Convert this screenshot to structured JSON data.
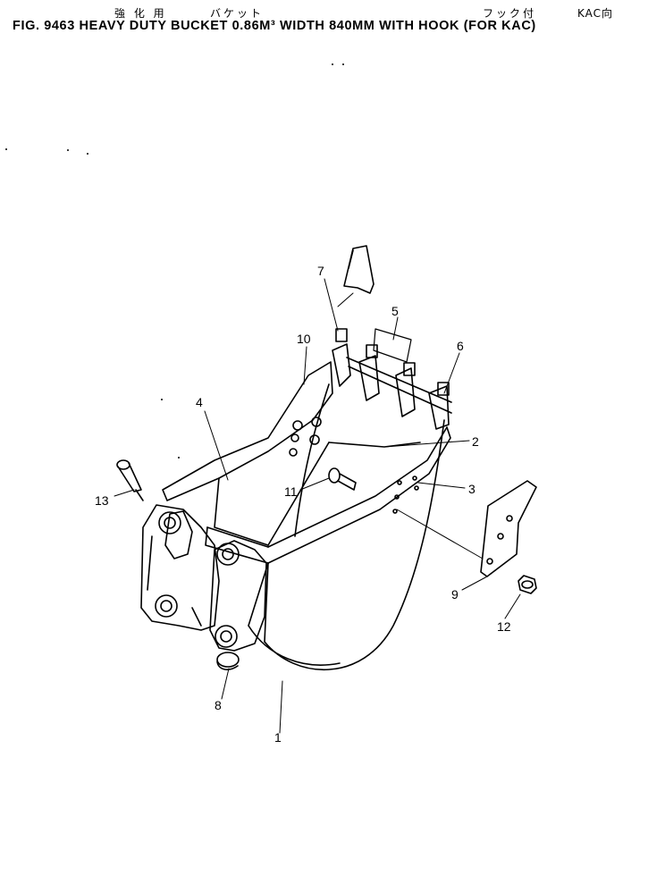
{
  "header": {
    "jp_strengthened": "強 化 用",
    "jp_bucket": "バケット",
    "jp_with_hook": "フック付",
    "jp_for_kac": "KAC向",
    "title": "FIG. 9463  HEAVY DUTY BUCKET 0.86M³  WIDTH 840MM WITH HOOK (FOR KAC)"
  },
  "callouts": [
    {
      "id": "1",
      "label": "1"
    },
    {
      "id": "2",
      "label": "2"
    },
    {
      "id": "3",
      "label": "3"
    },
    {
      "id": "4",
      "label": "4"
    },
    {
      "id": "5",
      "label": "5"
    },
    {
      "id": "6",
      "label": "6"
    },
    {
      "id": "7",
      "label": "7"
    },
    {
      "id": "8",
      "label": "8"
    },
    {
      "id": "9",
      "label": "9"
    },
    {
      "id": "10",
      "label": "10"
    },
    {
      "id": "11",
      "label": "11"
    },
    {
      "id": "12",
      "label": "12"
    },
    {
      "id": "13",
      "label": "13"
    }
  ]
}
